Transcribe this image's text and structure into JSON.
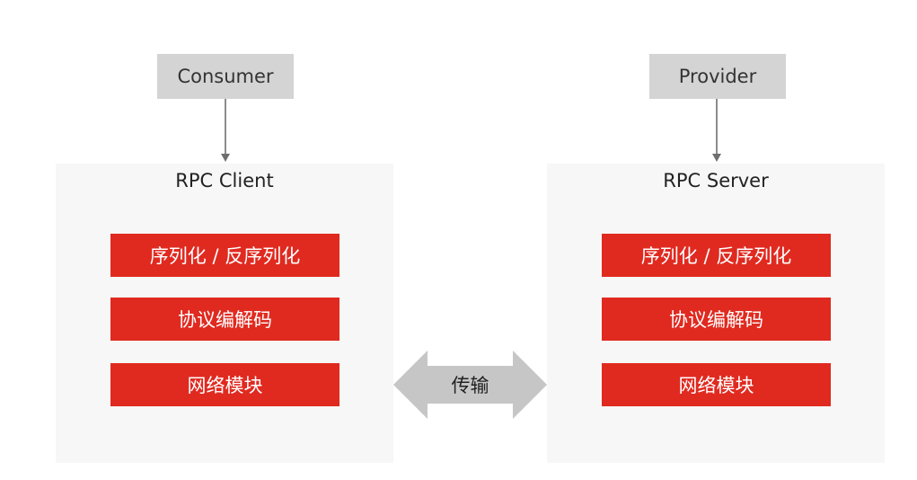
{
  "consumer": {
    "label": "Consumer"
  },
  "provider": {
    "label": "Provider"
  },
  "client": {
    "title": "RPC Client",
    "layers": [
      "序列化 / 反序列化",
      "协议编解码",
      "网络模块"
    ]
  },
  "server": {
    "title": "RPC Server",
    "layers": [
      "序列化 / 反序列化",
      "协议编解码",
      "网络模块"
    ]
  },
  "transport": {
    "label": "传输"
  },
  "colors": {
    "layer": "#e02a20",
    "role_box": "#d4d4d4",
    "panel": "#f7f7f7",
    "arrow": "#c6c6c6"
  }
}
